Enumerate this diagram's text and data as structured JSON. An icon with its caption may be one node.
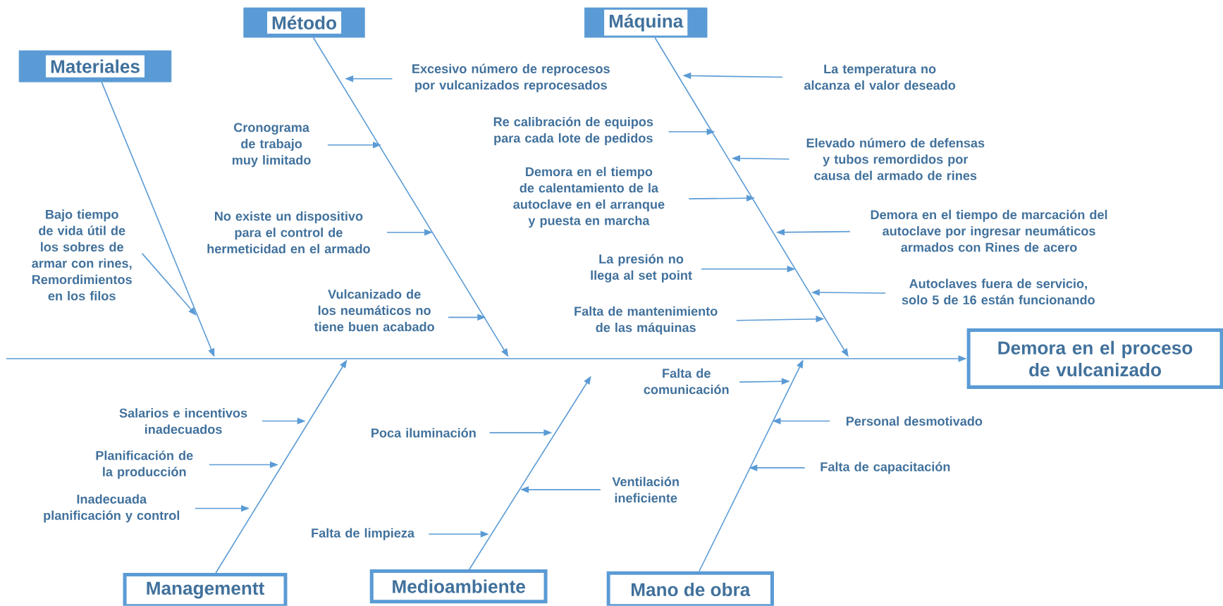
{
  "diagram": {
    "nodes": [
      {
        "text": [
          "Materiales"
        ]
      },
      {
        "text": [
          "Método"
        ]
      },
      {
        "text": [
          "Máquina"
        ]
      },
      {
        "text": [
          "Managementt"
        ]
      },
      {
        "text": [
          "Medioambiente"
        ]
      },
      {
        "text": [
          "Mano de obra"
        ]
      },
      {
        "text": [
          "Demora en el proceso de vulcanizado"
        ]
      },
      {
        "text": [
          "Bajo tiempo de vida útil de los sobres de armar con rines, Remordimientos en los filos"
        ]
      },
      {
        "text": [
          "Excesivo número de reprocesos por vulcanizados reprocesados"
        ]
      },
      {
        "text": [
          "Cronograma de trabajo muy limitado"
        ]
      },
      {
        "text": [
          "No existe un dispositivo para el control de hermeticidad en el armado"
        ]
      },
      {
        "text": [
          "Vulcanizado de los neumáticos no tiene buen acabado"
        ]
      },
      {
        "text": [
          "La temperatura no alcanza el valor deseado"
        ]
      },
      {
        "text": [
          "Re calibración de equipos para cada lote de pedidos"
        ]
      },
      {
        "text": [
          "Elevado número de defensas y tubos remordidos por causa del armado de rines"
        ]
      },
      {
        "text": [
          "Demora en el tiempo de calentamiento de la autoclave en el arranque y puesta en marcha"
        ]
      },
      {
        "text": [
          "Demora en el tiempo de marcación del autoclave por ingresar neumáticos armados con Rines de acero"
        ]
      },
      {
        "text": [
          "La presión no llega al set point"
        ]
      },
      {
        "text": [
          "Autoclaves fuera de servicio, solo 5 de 16 están funcionando"
        ]
      },
      {
        "text": [
          "Falta de mantenimiento de las máquinas"
        ]
      },
      {
        "text": [
          "Salarios e incentivos inadecuados"
        ]
      },
      {
        "text": [
          "Planificación de la producción"
        ]
      },
      {
        "text": [
          "Inadecuada planificación y control"
        ]
      },
      {
        "text": [
          "Poca iluminación"
        ]
      },
      {
        "text": [
          "Ventilación ineficiente"
        ]
      },
      {
        "text": [
          "Falta de limpieza"
        ]
      },
      {
        "text": [
          "Falta de comunicación"
        ]
      },
      {
        "text": [
          "Personal desmotivado"
        ]
      },
      {
        "text": [
          "Falta de capacitación"
        ]
      }
    ],
    "edges": [
      {
        "from": 0,
        "to": null,
        "arrow": "to"
      },
      {
        "from": 1,
        "to": null,
        "arrow": "to"
      },
      {
        "from": 2,
        "to": null,
        "arrow": "to"
      },
      {
        "from": 3,
        "to": null,
        "arrow": "to"
      },
      {
        "from": 4,
        "to": null,
        "arrow": "to"
      },
      {
        "from": 5,
        "to": null,
        "arrow": "to"
      },
      {
        "from": null,
        "to": 6,
        "arrow": "to"
      },
      {
        "from": 7,
        "to": null,
        "arrow": "to"
      },
      {
        "from": 8,
        "to": null,
        "arrow": "to"
      },
      {
        "from": 9,
        "to": null,
        "arrow": "to"
      },
      {
        "from": 10,
        "to": null,
        "arrow": "to"
      },
      {
        "from": 11,
        "to": null,
        "arrow": "to"
      },
      {
        "from": 12,
        "to": null,
        "arrow": "to"
      },
      {
        "from": 13,
        "to": null,
        "arrow": "to"
      },
      {
        "from": 14,
        "to": null,
        "arrow": "to"
      },
      {
        "from": 15,
        "to": null,
        "arrow": "to"
      },
      {
        "from": 16,
        "to": null,
        "arrow": "to"
      },
      {
        "from": 17,
        "to": null,
        "arrow": "to"
      },
      {
        "from": 18,
        "to": null,
        "arrow": "to"
      },
      {
        "from": 19,
        "to": null,
        "arrow": "to"
      },
      {
        "from": 20,
        "to": null,
        "arrow": "to"
      },
      {
        "from": 21,
        "to": null,
        "arrow": "to"
      },
      {
        "from": 22,
        "to": null,
        "arrow": "to"
      },
      {
        "from": 23,
        "to": null,
        "arrow": "to"
      },
      {
        "from": 24,
        "to": null,
        "arrow": "to"
      },
      {
        "from": 25,
        "to": null,
        "arrow": "to"
      },
      {
        "from": 26,
        "to": null,
        "arrow": "to"
      },
      {
        "from": 27,
        "to": null,
        "arrow": "to"
      },
      {
        "from": 28,
        "to": null,
        "arrow": "to"
      }
    ]
  }
}
